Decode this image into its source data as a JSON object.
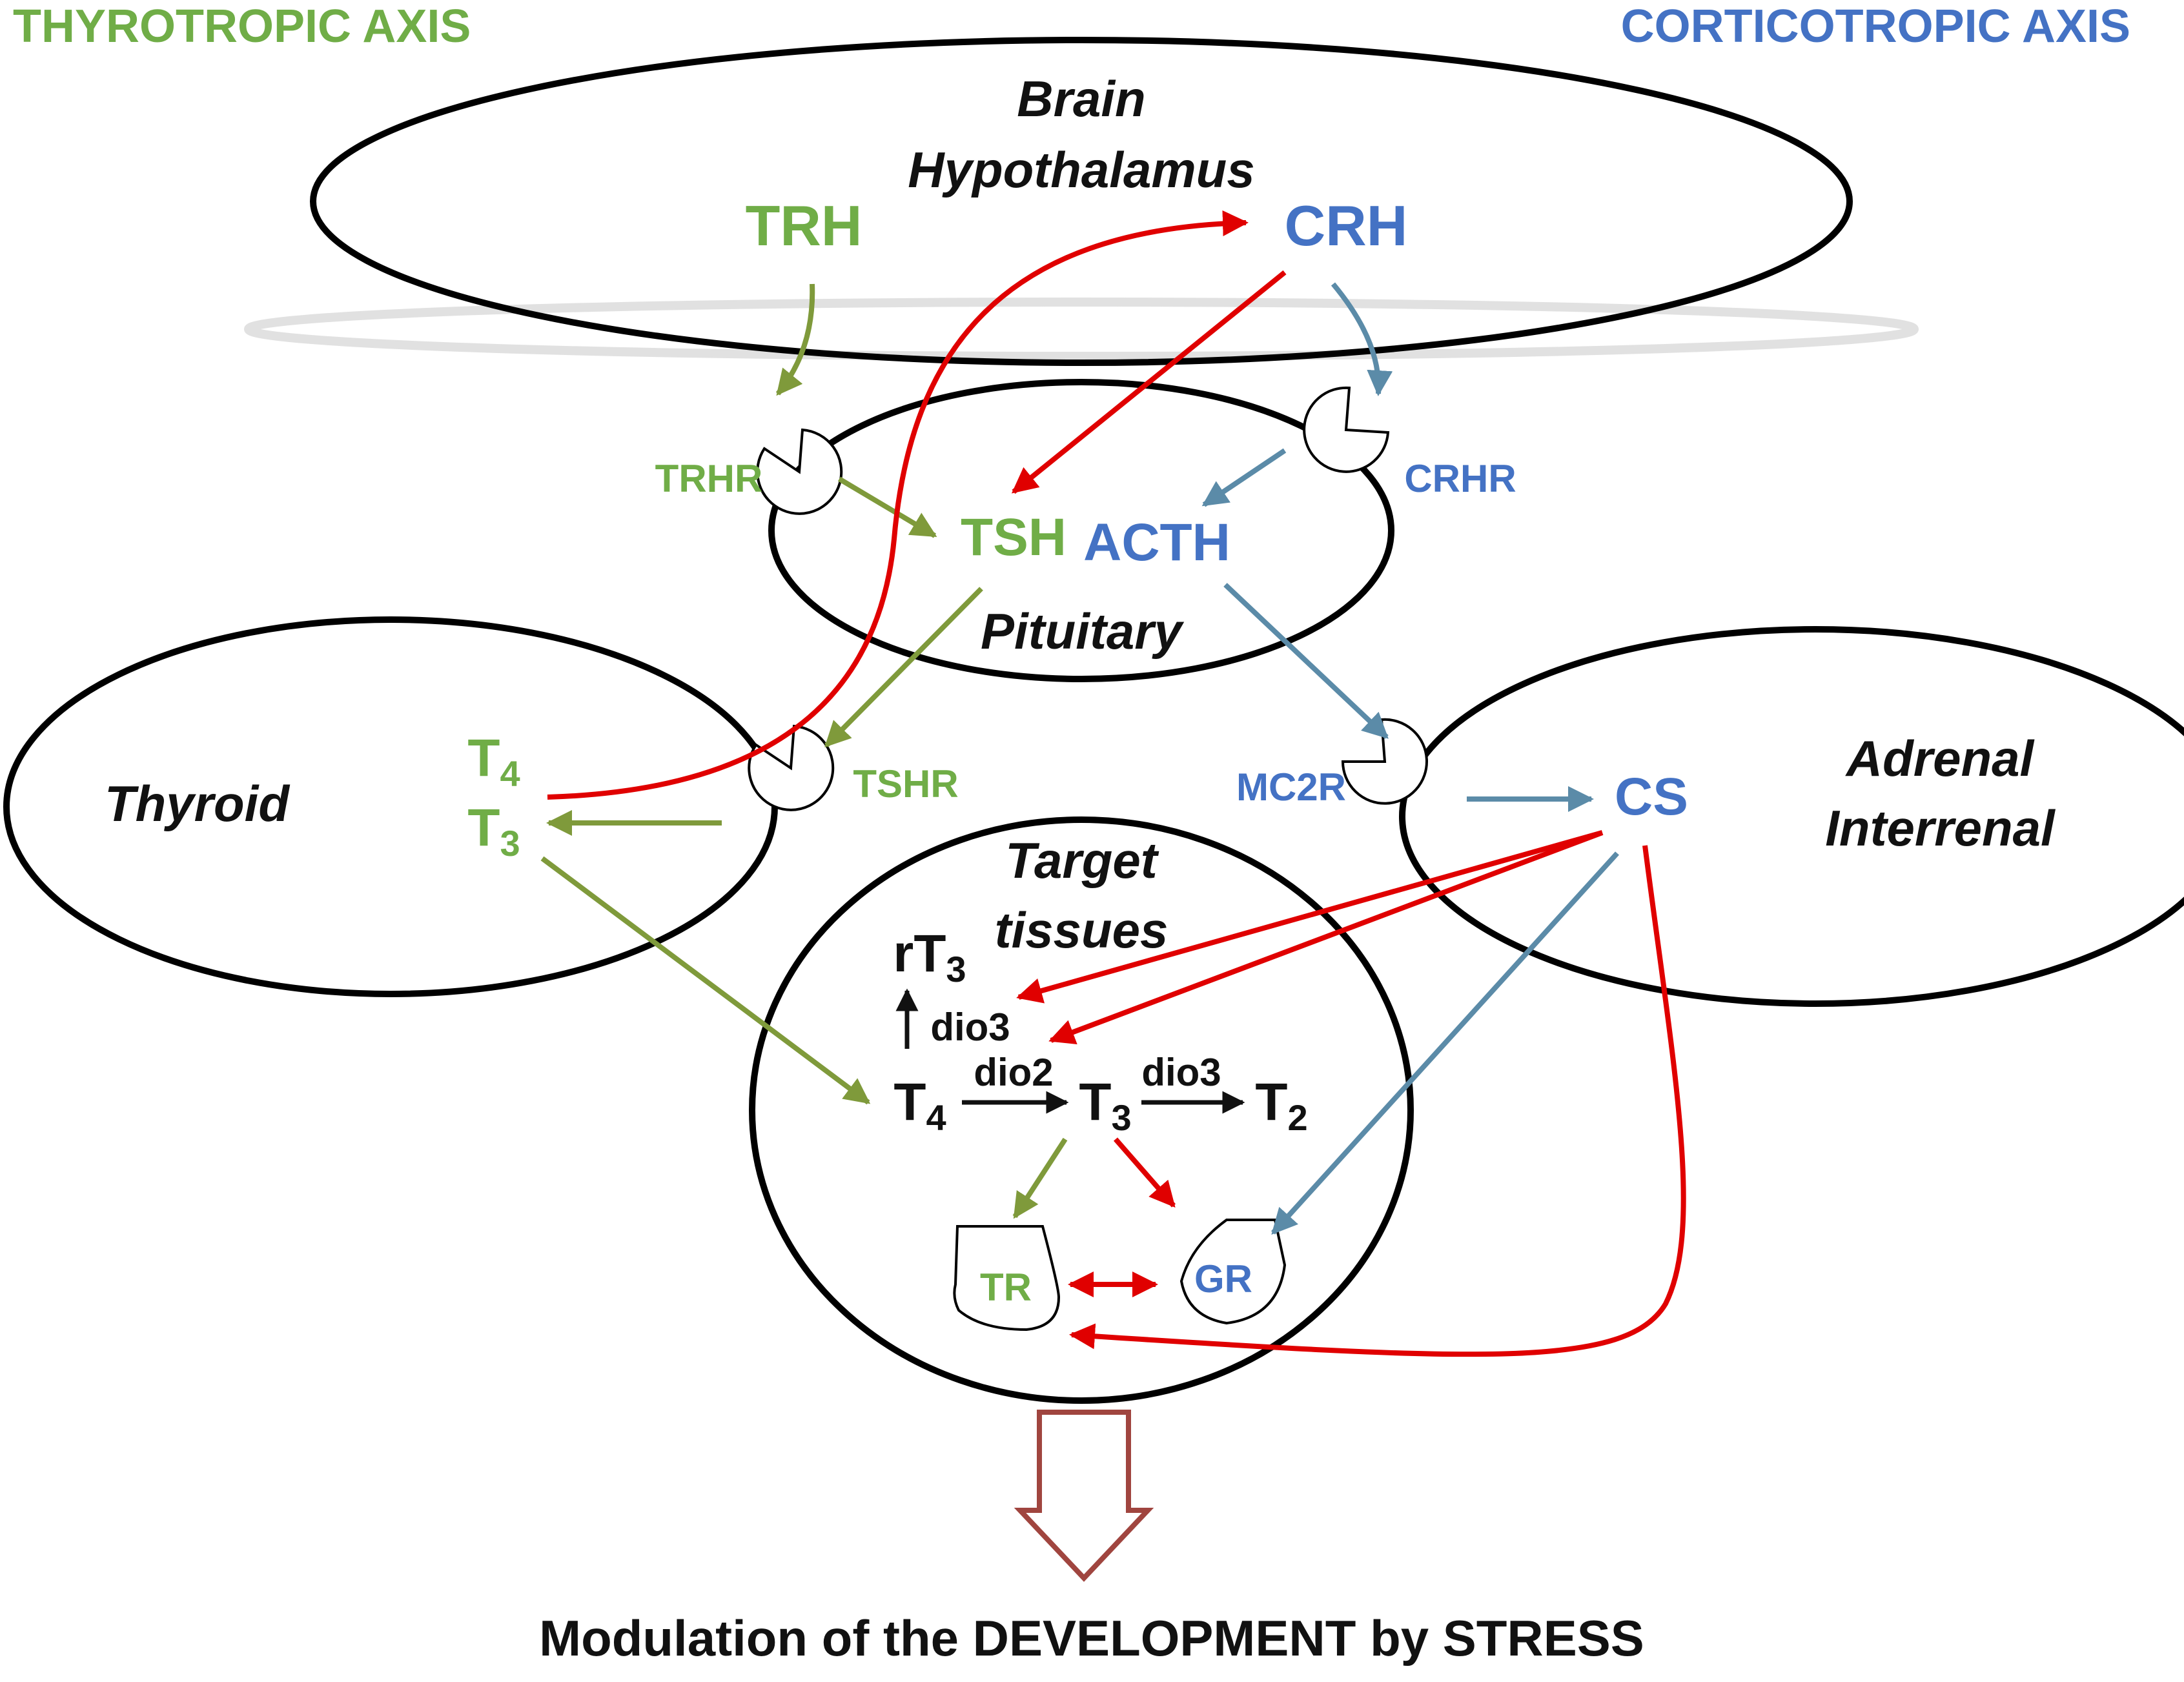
{
  "headings": {
    "left": "THYROTROPIC AXIS",
    "right": "CORTICOTROPIC AXIS"
  },
  "compartments": {
    "brain_line1": "Brain",
    "brain_line2": "Hypothalamus",
    "pituitary": "Pituitary",
    "thyroid": "Thyroid",
    "adrenal_line1": "Adrenal",
    "adrenal_line2": "Interrenal",
    "target_line1": "Target",
    "target_line2": "tissues"
  },
  "hormones": {
    "trh": "TRH",
    "crh": "CRH",
    "tsh": "TSH",
    "acth": "ACTH",
    "t4_thyroid": {
      "base": "T",
      "sub": "4"
    },
    "t3_thyroid": {
      "base": "T",
      "sub": "3"
    },
    "cs": "CS"
  },
  "receptors": {
    "trhr": "TRHR",
    "crhr": "CRHR",
    "tshr": "TSHR",
    "mc2r": "MC2R",
    "tr": "TR",
    "gr": "GR"
  },
  "metabolism": {
    "rt3": {
      "base": "rT",
      "sub": "3"
    },
    "t4": {
      "base": "T",
      "sub": "4"
    },
    "t3": {
      "base": "T",
      "sub": "3"
    },
    "t2": {
      "base": "T",
      "sub": "2"
    },
    "dio3_up": "dio3",
    "dio2": "dio2",
    "dio3_right": "dio3"
  },
  "footer": "Modulation of the DEVELOPMENT by STRESS",
  "colors": {
    "thyrotropic": "#70ad47",
    "corticotropic": "#4472c4",
    "olive_arrow": "#7f9a3b",
    "steel_arrow": "#5b8ba8",
    "stress_red": "#e00000",
    "outcome_arrow": "#a0453f"
  }
}
